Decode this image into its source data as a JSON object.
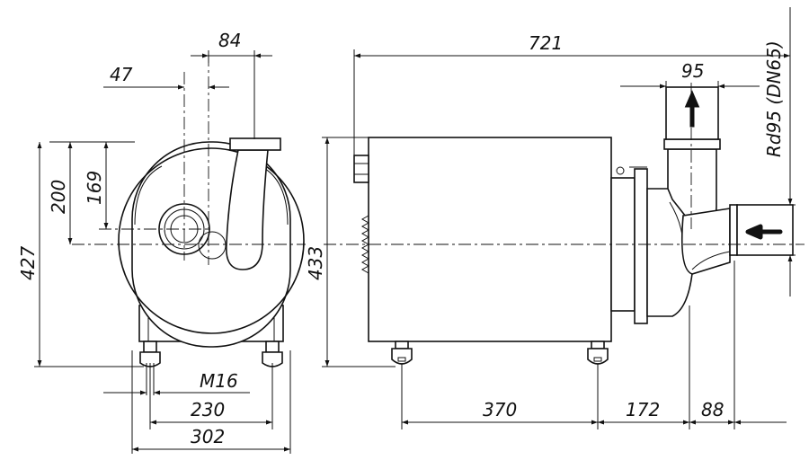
{
  "drawing": {
    "dimensions": {
      "d84": "84",
      "d47": "47",
      "d200": "200",
      "d169": "169",
      "d427": "427",
      "d433": "433",
      "m16": "M16",
      "d230": "230",
      "d302": "302",
      "d721": "721",
      "d95": "95",
      "rd95": "Rd95 (DN65)",
      "d370": "370",
      "d172": "172",
      "d88": "88"
    },
    "flow_arrows": [
      "arrow-up-icon",
      "arrow-left-icon"
    ],
    "line_color": "#111111"
  }
}
